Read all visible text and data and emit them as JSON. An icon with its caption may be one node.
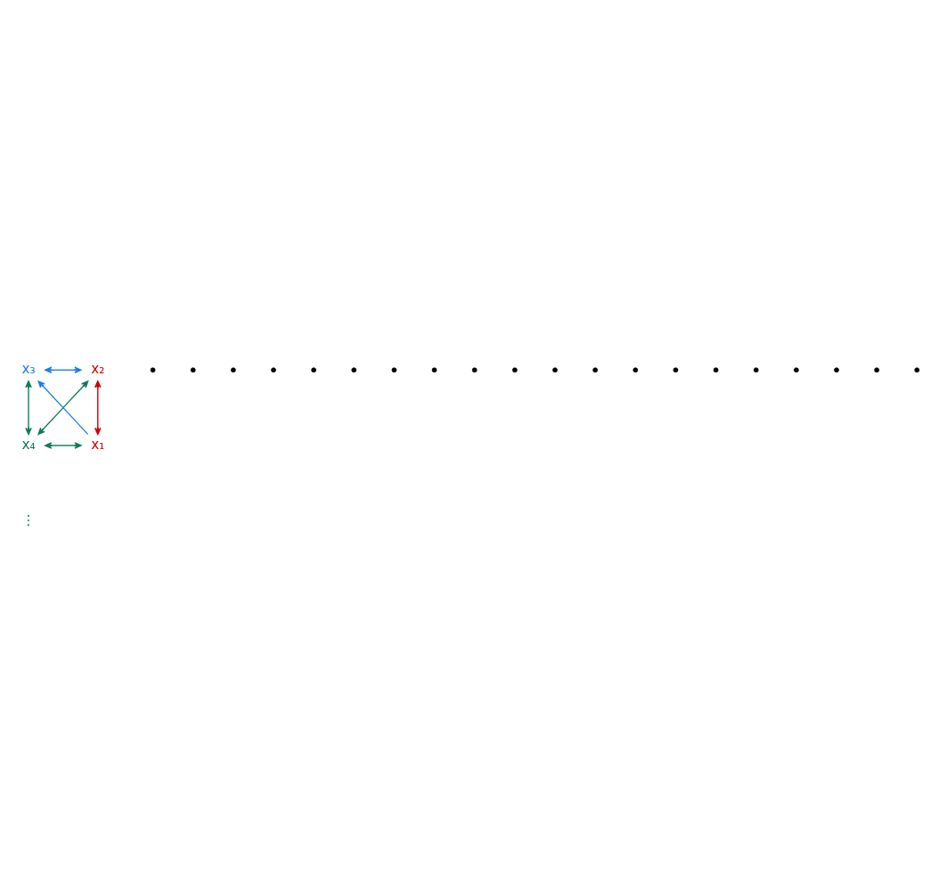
{
  "diagram": {
    "nodes": [
      {
        "text": [
          "x₃"
        ]
      },
      {
        "text": [
          "x₂"
        ]
      },
      {
        "text": [
          "x₁"
        ]
      },
      {
        "text": [
          "x₄"
        ]
      },
      {
        "text": [],
        "shape": "circle"
      },
      {
        "text": [],
        "shape": "circle"
      },
      {
        "text": [],
        "shape": "circle"
      },
      {
        "text": [],
        "shape": "circle"
      },
      {
        "text": [],
        "shape": "circle"
      },
      {
        "text": [],
        "shape": "circle"
      },
      {
        "text": [],
        "shape": "circle"
      },
      {
        "text": [],
        "shape": "circle"
      },
      {
        "text": [],
        "shape": "circle"
      },
      {
        "text": [],
        "shape": "circle"
      },
      {
        "text": [],
        "shape": "circle"
      },
      {
        "text": [],
        "shape": "circle"
      },
      {
        "text": [],
        "shape": "circle"
      },
      {
        "text": [],
        "shape": "circle"
      },
      {
        "text": [],
        "shape": "circle"
      },
      {
        "text": [],
        "shape": "circle"
      },
      {
        "text": [],
        "shape": "circle"
      },
      {
        "text": [],
        "shape": "circle"
      },
      {
        "text": [],
        "shape": "circle"
      },
      {
        "text": [],
        "shape": "circle"
      }
    ],
    "edges": [
      {
        "from": 0,
        "to": 1,
        "arrow": "both",
        "color": "#1a7fe8"
      },
      {
        "from": 2,
        "to": 0,
        "arrow": "to",
        "color": "#1a7fe8"
      },
      {
        "from": 2,
        "to": 1,
        "arrow": "both",
        "color": "#cc0000"
      },
      {
        "from": 0,
        "to": 3,
        "arrow": "both"
      },
      {
        "from": 1,
        "to": 3,
        "arrow": "both"
      },
      {
        "from": 3,
        "to": 2,
        "arrow": "both"
      }
    ],
    "labels": [
      "⋮"
    ]
  }
}
